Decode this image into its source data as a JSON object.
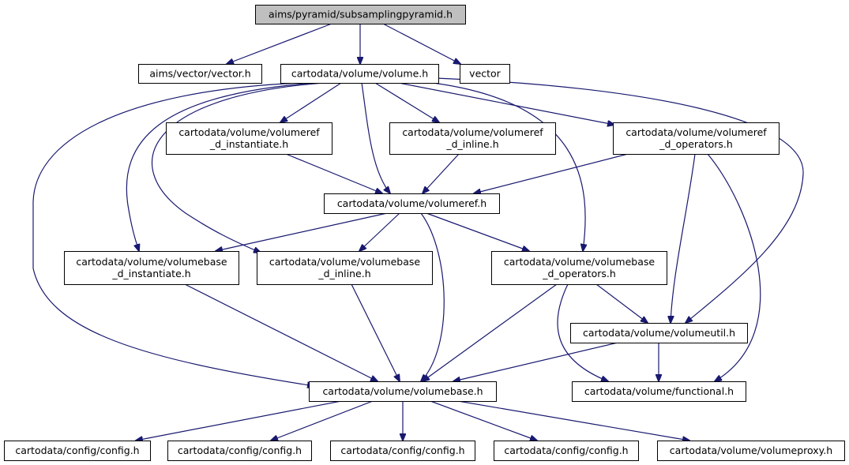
{
  "graph": {
    "colors": {
      "edge": "#191970",
      "node_border": "#000000",
      "node_fill": "#ffffff",
      "root_fill": "#bfbfbf",
      "external_border": "#bfbfbf",
      "text": "#000000"
    },
    "nodes": [
      {
        "id": "subsamplingpyramid",
        "lines": [
          "aims/pyramid/subsamplingpyramid.h"
        ],
        "style": "root"
      },
      {
        "id": "aims_vector",
        "lines": [
          "aims/vector/vector.h"
        ],
        "style": "normal"
      },
      {
        "id": "volume_h",
        "lines": [
          "cartodata/volume/volume.h"
        ],
        "style": "normal"
      },
      {
        "id": "std_vector",
        "lines": [
          "vector"
        ],
        "style": "external"
      },
      {
        "id": "volumeref_d_instantiate",
        "lines": [
          "cartodata/volume/volumeref",
          "_d_instantiate.h"
        ],
        "style": "normal"
      },
      {
        "id": "volumeref_d_inline",
        "lines": [
          "cartodata/volume/volumeref",
          "_d_inline.h"
        ],
        "style": "normal"
      },
      {
        "id": "volumeref_d_operators",
        "lines": [
          "cartodata/volume/volumeref",
          "_d_operators.h"
        ],
        "style": "normal"
      },
      {
        "id": "volumeref_h",
        "lines": [
          "cartodata/volume/volumeref.h"
        ],
        "style": "normal"
      },
      {
        "id": "volumebase_d_instantiate",
        "lines": [
          "cartodata/volume/volumebase",
          "_d_instantiate.h"
        ],
        "style": "normal"
      },
      {
        "id": "volumebase_d_inline",
        "lines": [
          "cartodata/volume/volumebase",
          "_d_inline.h"
        ],
        "style": "normal"
      },
      {
        "id": "volumebase_d_operators",
        "lines": [
          "cartodata/volume/volumebase",
          "_d_operators.h"
        ],
        "style": "normal"
      },
      {
        "id": "volumeutil_h",
        "lines": [
          "cartodata/volume/volumeutil.h"
        ],
        "style": "normal"
      },
      {
        "id": "volumebase_h",
        "lines": [
          "cartodata/volume/volumebase.h"
        ],
        "style": "normal"
      },
      {
        "id": "functional_h",
        "lines": [
          "cartodata/volume/functional.h"
        ],
        "style": "normal"
      },
      {
        "id": "config_1",
        "lines": [
          "cartodata/config/config.h"
        ],
        "style": "normal"
      },
      {
        "id": "config_2",
        "lines": [
          "cartodata/config/config.h"
        ],
        "style": "normal"
      },
      {
        "id": "config_3",
        "lines": [
          "cartodata/config/config.h"
        ],
        "style": "normal"
      },
      {
        "id": "config_4",
        "lines": [
          "cartodata/config/config.h"
        ],
        "style": "normal"
      },
      {
        "id": "volumeproxy_h",
        "lines": [
          "cartodata/volume/volumeproxy.h"
        ],
        "style": "normal"
      }
    ],
    "edges": [
      {
        "from": "subsamplingpyramid",
        "to": "aims_vector"
      },
      {
        "from": "subsamplingpyramid",
        "to": "volume_h"
      },
      {
        "from": "subsamplingpyramid",
        "to": "std_vector"
      },
      {
        "from": "volume_h",
        "to": "volumeref_d_instantiate"
      },
      {
        "from": "volume_h",
        "to": "volumeref_d_inline"
      },
      {
        "from": "volume_h",
        "to": "volumeref_d_operators"
      },
      {
        "from": "volume_h",
        "to": "volumeref_h"
      },
      {
        "from": "volume_h",
        "to": "volumebase_d_instantiate"
      },
      {
        "from": "volume_h",
        "to": "volumebase_d_inline"
      },
      {
        "from": "volume_h",
        "to": "volumebase_d_operators"
      },
      {
        "from": "volume_h",
        "to": "volumeutil_h"
      },
      {
        "from": "volume_h",
        "to": "volumebase_h"
      },
      {
        "from": "volumeref_d_instantiate",
        "to": "volumeref_h"
      },
      {
        "from": "volumeref_d_inline",
        "to": "volumeref_h"
      },
      {
        "from": "volumeref_d_operators",
        "to": "volumeref_h"
      },
      {
        "from": "volumeref_d_operators",
        "to": "volumeutil_h"
      },
      {
        "from": "volumeref_d_operators",
        "to": "functional_h"
      },
      {
        "from": "volumeref_h",
        "to": "volumebase_d_instantiate"
      },
      {
        "from": "volumeref_h",
        "to": "volumebase_d_inline"
      },
      {
        "from": "volumeref_h",
        "to": "volumebase_d_operators"
      },
      {
        "from": "volumeref_h",
        "to": "volumebase_h"
      },
      {
        "from": "volumebase_d_instantiate",
        "to": "volumebase_h"
      },
      {
        "from": "volumebase_d_inline",
        "to": "volumebase_h"
      },
      {
        "from": "volumebase_d_operators",
        "to": "volumebase_h"
      },
      {
        "from": "volumebase_d_operators",
        "to": "volumeutil_h"
      },
      {
        "from": "volumebase_d_operators",
        "to": "functional_h"
      },
      {
        "from": "volumeutil_h",
        "to": "volumebase_h"
      },
      {
        "from": "volumeutil_h",
        "to": "functional_h"
      },
      {
        "from": "volumebase_h",
        "to": "config_1"
      },
      {
        "from": "volumebase_h",
        "to": "config_2"
      },
      {
        "from": "volumebase_h",
        "to": "config_3"
      },
      {
        "from": "volumebase_h",
        "to": "config_4"
      },
      {
        "from": "volumebase_h",
        "to": "volumeproxy_h"
      }
    ]
  }
}
